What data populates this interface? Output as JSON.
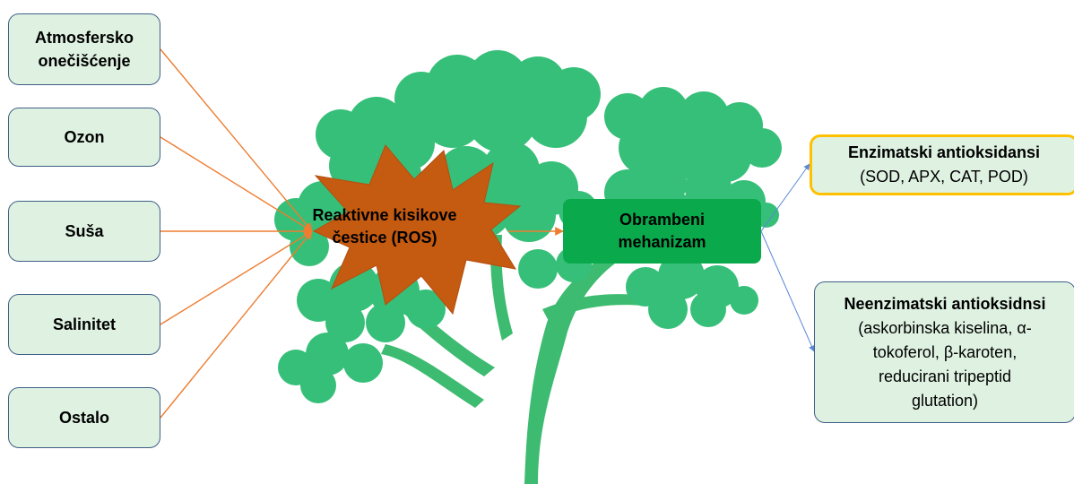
{
  "colors": {
    "tree": "#36bf78",
    "trunk": "#3dbb70",
    "starburst": "#c55a11",
    "factor_arrow": "#ed7d31",
    "mechanism_arrow": "#5b87d6",
    "box_fill": "#dff2e2",
    "box_border": "#3f5f86",
    "highlight_border": "#ffc000",
    "defense_fill": "#0aaa4c"
  },
  "factors": [
    {
      "lines": [
        "Atmosfersko",
        "onečišćenje"
      ]
    },
    {
      "lines": [
        "Ozon"
      ]
    },
    {
      "lines": [
        "Suša"
      ]
    },
    {
      "lines": [
        "Salinitet"
      ]
    },
    {
      "lines": [
        "Ostalo"
      ]
    }
  ],
  "ros": {
    "lines": [
      "Reaktivne kisikove",
      "čestice (ROS)"
    ]
  },
  "defense": {
    "lines": [
      "Obrambeni",
      "mehanizam"
    ]
  },
  "enzymatic": {
    "title": "Enzimatski antioksidansi",
    "body": "(SOD, APX, CAT, POD)"
  },
  "non_enzymatic": {
    "title": "Neenzimatski antioksidnsi",
    "body_lines": [
      "(askorbinska kiselina, α-",
      "tokoferol, β-karoten,",
      "reducirani tripeptid",
      "glutation)"
    ]
  }
}
